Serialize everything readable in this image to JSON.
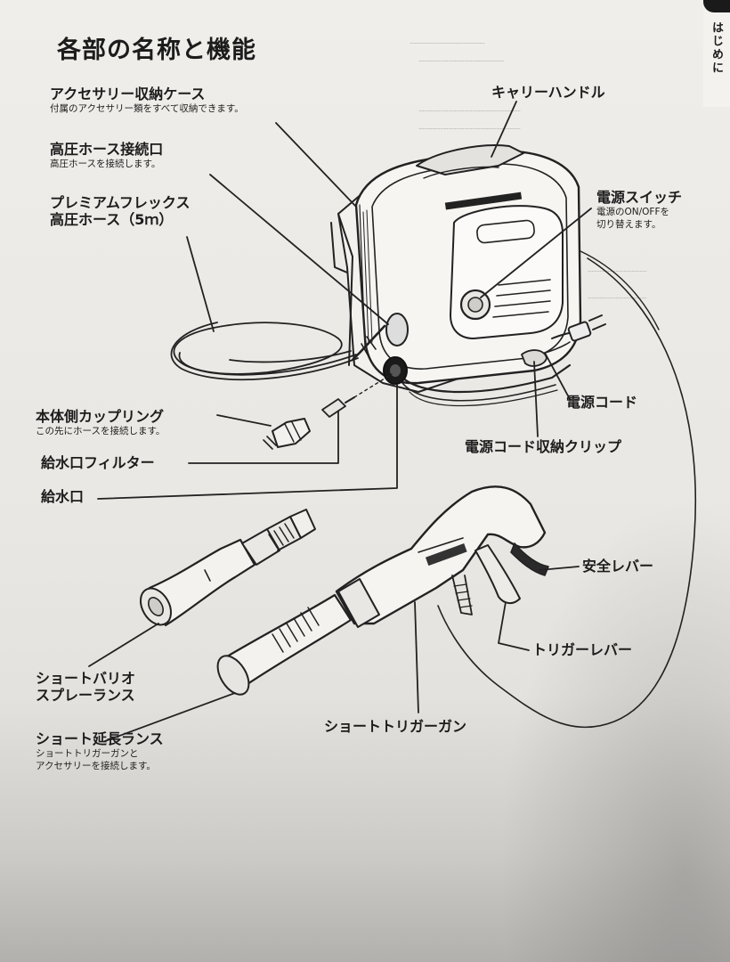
{
  "page": {
    "title": "各部の名称と機能",
    "side_tab": "はじめに"
  },
  "labels": {
    "accessory_case": {
      "name": "アクセサリー収納ケース",
      "desc": "付属のアクセサリー類をすべて収納できます。"
    },
    "hose_connector": {
      "name": "高圧ホース接続口",
      "desc": "高圧ホースを接続します。"
    },
    "hose_line1": "プレミアムフレックス",
    "hose_line2": "高圧ホース（5ｍ）",
    "coupling": {
      "name": "本体側カップリング",
      "desc": "この先にホースを接続します。"
    },
    "inlet_filter": "給水口フィルター",
    "inlet": "給水口",
    "carry_handle": "キャリーハンドル",
    "power_switch": {
      "name": "電源スイッチ",
      "desc1": "電源のON/OFFを",
      "desc2": "切り替えます。"
    },
    "power_cord": "電源コード",
    "cord_clip": "電源コード収納クリップ",
    "safety_lever": "安全レバー",
    "trigger_lever": "トリガーレバー",
    "vario_line1": "ショートバリオ",
    "vario_line2": "スプレーランス",
    "extension": {
      "name": "ショート延長ランス",
      "desc1": "ショートトリガーガンと",
      "desc2": "アクセサリーを接続します。"
    },
    "trigger_gun": "ショートトリガーガン"
  },
  "colors": {
    "paper": "#eceae6",
    "ink": "#1c1c1c",
    "line": "#222222"
  }
}
